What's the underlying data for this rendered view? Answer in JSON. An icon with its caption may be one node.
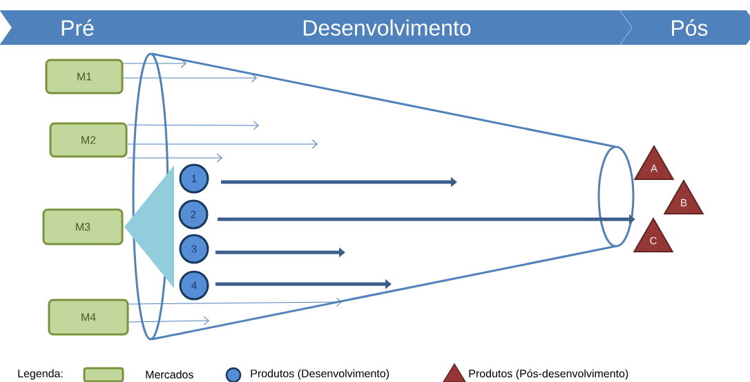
{
  "diagram": {
    "nodes": [
      {
        "text": [
          "Pré"
        ]
      },
      {
        "text": [
          "Desenvolvimento"
        ]
      },
      {
        "text": [
          "Pós"
        ]
      },
      {
        "text": [
          "M1"
        ]
      },
      {
        "text": [
          "M2"
        ]
      },
      {
        "text": [
          "M3"
        ]
      },
      {
        "text": [
          "M4"
        ]
      },
      {
        "text": [
          "1"
        ]
      },
      {
        "text": [
          "2"
        ]
      },
      {
        "text": [
          "3"
        ]
      },
      {
        "text": [
          "4"
        ]
      },
      {
        "text": [
          "A"
        ]
      },
      {
        "text": [
          "B"
        ]
      },
      {
        "text": [
          "C"
        ]
      }
    ],
    "edges": [
      {
        "from": 3,
        "to": null,
        "arrow": "to"
      },
      {
        "from": 3,
        "to": null,
        "arrow": "to"
      },
      {
        "from": 4,
        "to": null,
        "arrow": "to"
      },
      {
        "from": 4,
        "to": null,
        "arrow": "to"
      },
      {
        "from": 4,
        "to": null,
        "arrow": "to"
      },
      {
        "from": 6,
        "to": null,
        "arrow": "to"
      },
      {
        "from": 6,
        "to": null,
        "arrow": "to"
      },
      {
        "from": 7,
        "to": null,
        "arrow": "to",
        "style": "thick",
        "color": "#3b5e8c"
      },
      {
        "from": 8,
        "to": null,
        "arrow": "to",
        "style": "thick",
        "color": "#3b5e8c"
      },
      {
        "from": 9,
        "to": null,
        "arrow": "to",
        "style": "thick",
        "color": "#3b5e8c"
      },
      {
        "from": 10,
        "to": null,
        "arrow": "to",
        "style": "thick",
        "color": "#3b5e8c"
      }
    ],
    "labels": [
      "Legenda:"
    ],
    "legend": [
      {
        "text": "Mercados",
        "color": "#c3d69b"
      },
      {
        "text": "Produtos (Desenvolvimento)"
      },
      {
        "text": "Produtos (Pós-desenvolvimento)"
      }
    ]
  }
}
